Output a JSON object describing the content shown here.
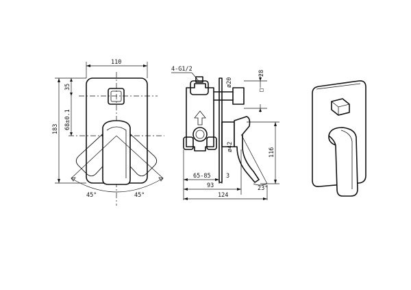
{
  "front_view": {
    "width_dim": "110",
    "height_dim": "183",
    "handle_offset_dim": "35",
    "center_distance_dim": "68±0.1",
    "rotation_left": "45°",
    "rotation_right": "45°"
  },
  "side_view": {
    "thread_label": "4-G1/2",
    "outlet_diameter": "ø20",
    "cap_dim": "28",
    "cap_shape": "□",
    "body_diameter": "ø42",
    "depth_range": "65-85",
    "plate_thickness": "3",
    "depth_to_handle": "93",
    "total_depth": "124",
    "handle_height": "116",
    "handle_angle": "23°"
  }
}
